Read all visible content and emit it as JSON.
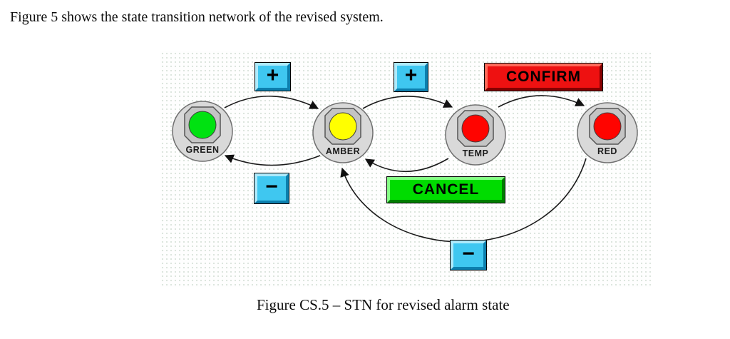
{
  "page": {
    "intro_text": "Figure 5 shows the state transition network of the revised system.",
    "caption": "Figure CS.5 – STN for revised alarm state"
  },
  "diagram": {
    "nodes": [
      {
        "id": "green",
        "label": "GREEN",
        "light_color": "#00e211"
      },
      {
        "id": "amber",
        "label": "AMBER",
        "light_color": "#ffff00"
      },
      {
        "id": "temp",
        "label": "TEMP",
        "light_color": "#ff0400"
      },
      {
        "id": "red",
        "label": "RED",
        "light_color": "#ff0400"
      }
    ],
    "buttons": [
      {
        "id": "plus-green-amber",
        "label": "+",
        "color": "#3fc7f0"
      },
      {
        "id": "plus-amber-temp",
        "label": "+",
        "color": "#3fc7f0"
      },
      {
        "id": "confirm",
        "label": "CONFIRM",
        "color": "#ee1111"
      },
      {
        "id": "minus-amber-green",
        "label": "−",
        "color": "#3fc7f0"
      },
      {
        "id": "cancel",
        "label": "CANCEL",
        "color": "#00dc00"
      },
      {
        "id": "minus-red-amber",
        "label": "−",
        "color": "#3fc7f0"
      }
    ],
    "transitions": [
      {
        "from": "GREEN",
        "to": "AMBER",
        "trigger": "+"
      },
      {
        "from": "AMBER",
        "to": "GREEN",
        "trigger": "−"
      },
      {
        "from": "AMBER",
        "to": "TEMP",
        "trigger": "+"
      },
      {
        "from": "TEMP",
        "to": "RED",
        "trigger": "CONFIRM"
      },
      {
        "from": "TEMP",
        "to": "AMBER",
        "trigger": "CANCEL"
      },
      {
        "from": "RED",
        "to": "AMBER",
        "trigger": "−"
      }
    ],
    "arrow_color": "#1a1a1a",
    "node_body_color": "#d9d9d9"
  }
}
